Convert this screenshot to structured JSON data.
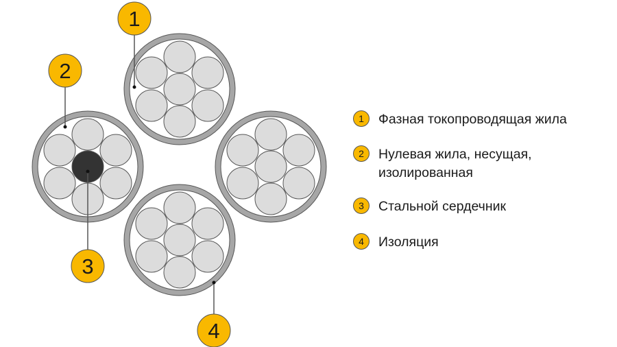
{
  "colors": {
    "badge": "#F9B800",
    "badge_stroke": "#555555",
    "ring": "#A6A6A6",
    "strand": "#DCDCDC",
    "core": "#333333",
    "line": "#555555"
  },
  "markers": [
    {
      "number": "1",
      "target": "phase-conductor"
    },
    {
      "number": "2",
      "target": "neutral-conductor"
    },
    {
      "number": "3",
      "target": "steel-core"
    },
    {
      "number": "4",
      "target": "insulation"
    }
  ],
  "legend": [
    {
      "number": "1",
      "lines": [
        "Фазная токопроводящая жила"
      ]
    },
    {
      "number": "2",
      "lines": [
        "Нулевая жила, несущая,",
        "изолированная"
      ]
    },
    {
      "number": "3",
      "lines": [
        "Стальной сердечник"
      ]
    },
    {
      "number": "4",
      "lines": [
        "Изоляция"
      ]
    }
  ]
}
